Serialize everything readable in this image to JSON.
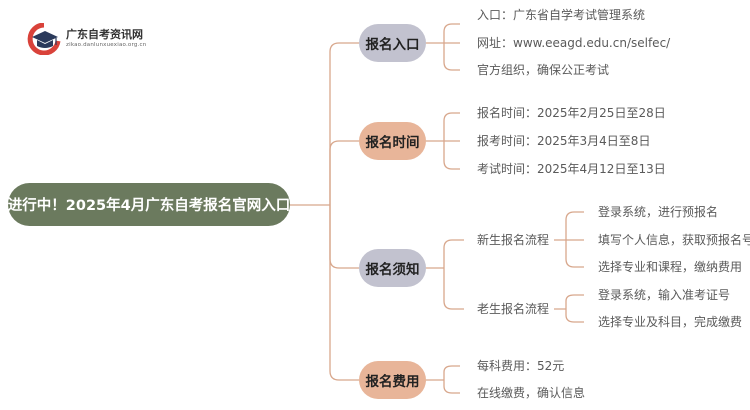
{
  "logo": {
    "title": "广东自考资讯网",
    "subtitle": "zikao.danlunxuexiao.org.cn"
  },
  "root": {
    "label": "进行中！2025年4月广东自考报名官网入口"
  },
  "categories": [
    {
      "label": "报名入口",
      "items": [
        "入口：广东省自学考试管理系统",
        "网址：www.eeagd.edu.cn/selfec/",
        "官方组织，确保公正考试"
      ]
    },
    {
      "label": "报名时间",
      "items": [
        "报名时间：2025年2月25日至28日",
        "报考时间：2025年3月4日至8日",
        "考试时间：2025年4月12日至13日"
      ]
    },
    {
      "label": "报名须知",
      "groups": [
        {
          "label": "新生报名流程",
          "items": [
            "登录系统，进行预报名",
            "填写个人信息，获取预报名号",
            "选择专业和课程，缴纳费用"
          ]
        },
        {
          "label": "老生报名流程",
          "items": [
            "登录系统，输入准考证号",
            "选择专业及科目，完成缴费"
          ]
        }
      ]
    },
    {
      "label": "报名费用",
      "items": [
        "每科费用：52元",
        "在线缴费，确认信息"
      ]
    }
  ],
  "colors": {
    "root": "#6b7a5e",
    "purple": "#c2c2cf",
    "peach": "#e8b599",
    "line": "#d8a78c",
    "logo_red": "#d9423a",
    "logo_dark": "#2b3a5b"
  }
}
